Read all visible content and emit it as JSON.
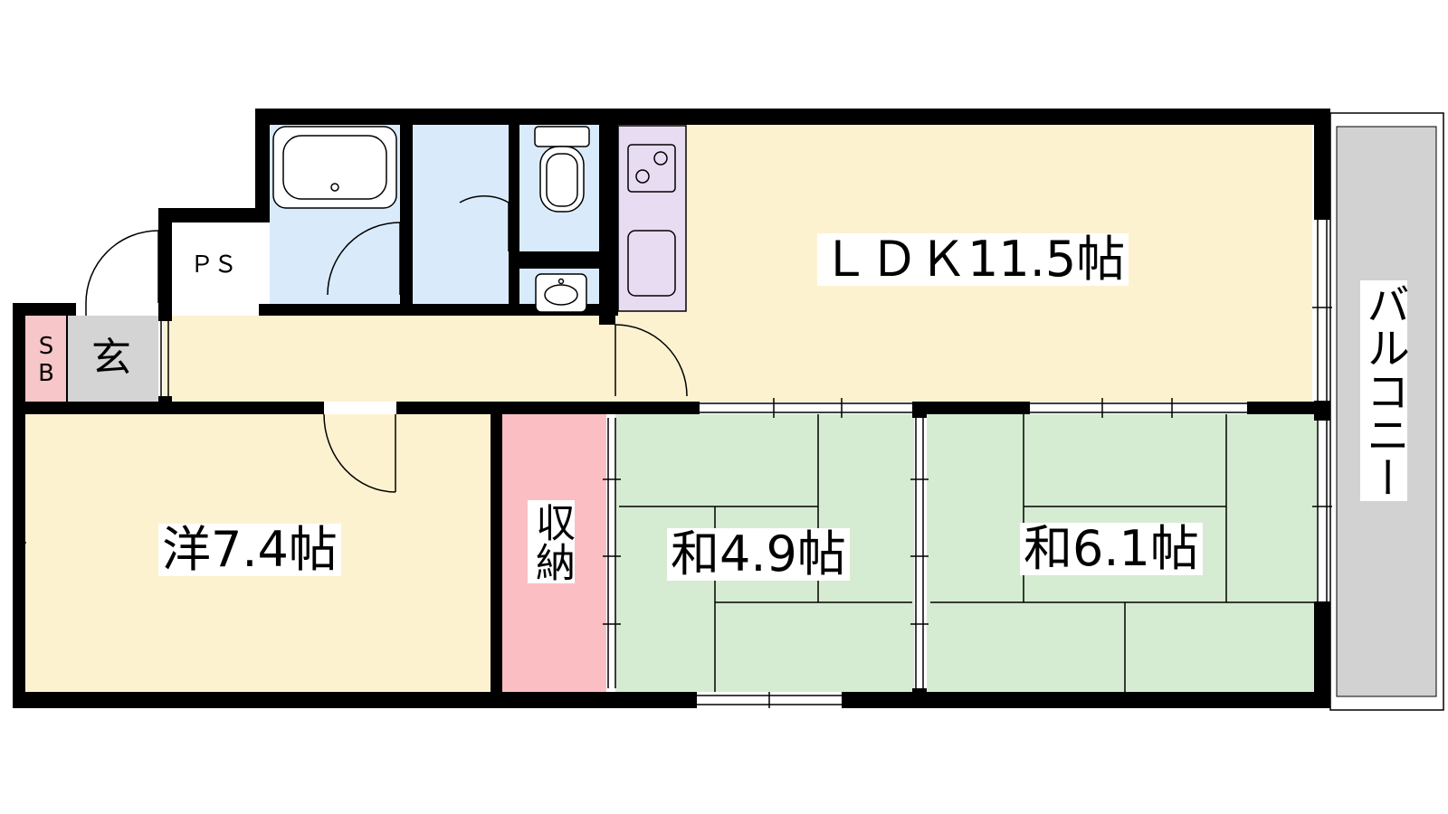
{
  "labels": {
    "ldk": "ＬＤＫ11.5帖",
    "western": "洋7.4帖",
    "jp1": "和4.9帖",
    "jp2": "和6.1帖",
    "storage": "収納",
    "balcony": "バルコニー",
    "ps": "ＰＳ",
    "entrance": "玄",
    "sb": "SB"
  },
  "colors": {
    "ldk": "#fdf2d0",
    "bath": "#d9ebfb",
    "kitchen": "#e8dcf2",
    "tatami": "#d6ecd2",
    "storage": "#fbbfc3",
    "sb": "#f7c6c8",
    "entrance": "#d4d4d4",
    "balcony": "#d2d2d2",
    "wall": "#000000"
  }
}
